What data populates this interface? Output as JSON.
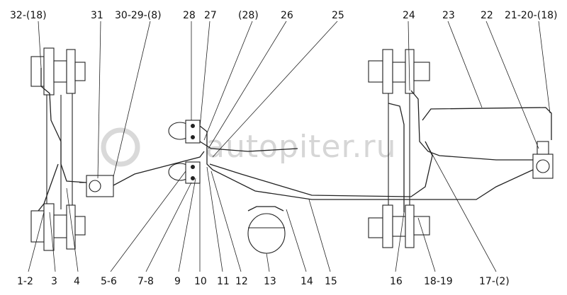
{
  "watermark": "autopiter.ru",
  "top_labels": [
    "32-(18)",
    "31",
    "30-29-(8)",
    "28",
    "27",
    "(28)",
    "26",
    "25",
    "24",
    "23",
    "22",
    "21-20-(18)"
  ],
  "bottom_labels": [
    "1-2",
    "3",
    "4",
    "5-6",
    "7-8",
    "9",
    "10",
    "11",
    "12",
    "13",
    "14",
    "15",
    "16",
    "18-19",
    "17-(2)"
  ]
}
